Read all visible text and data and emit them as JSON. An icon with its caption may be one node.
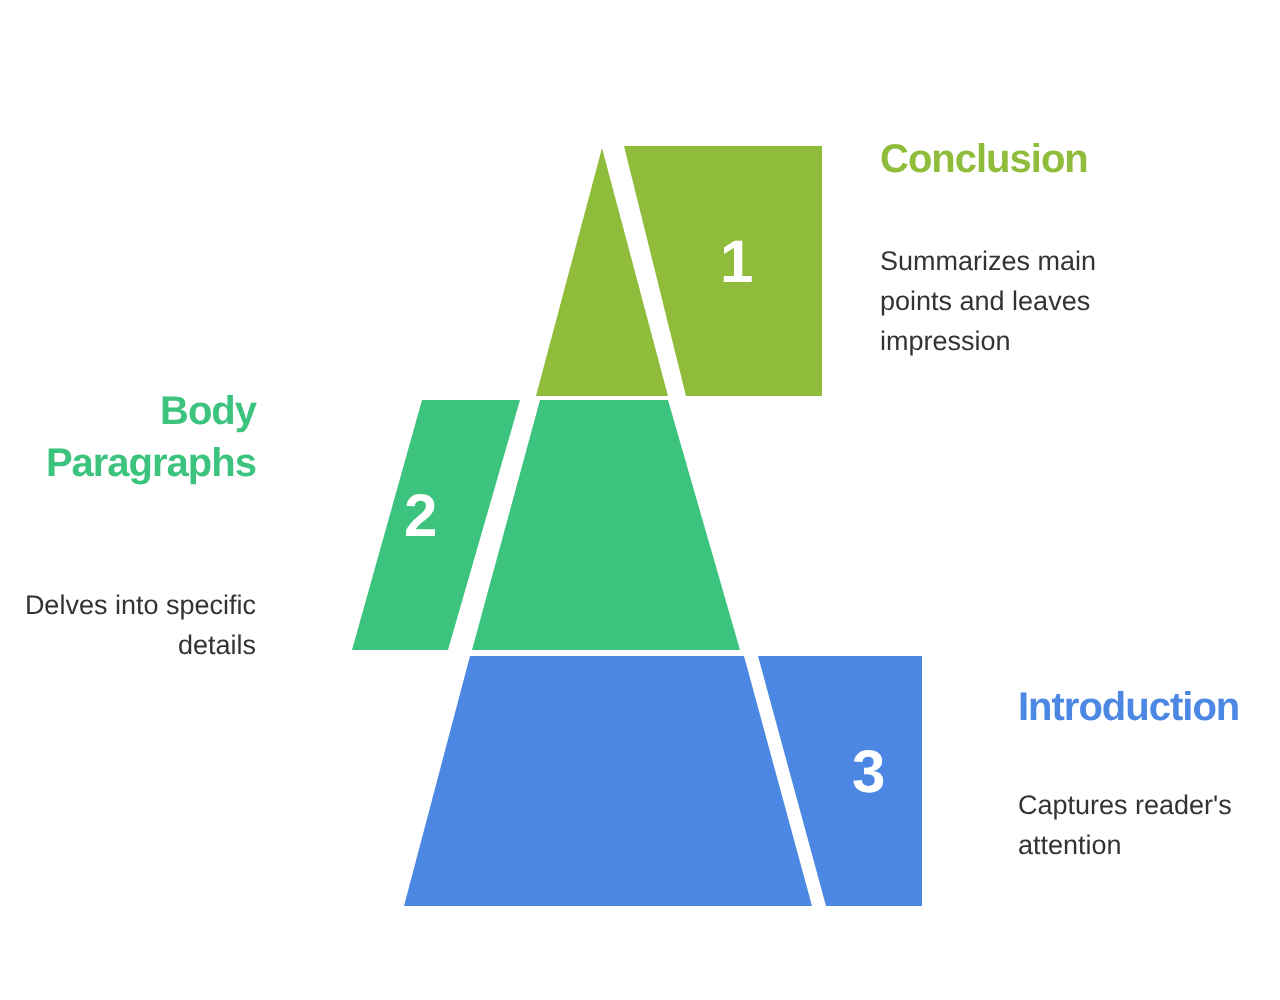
{
  "diagram": {
    "nodes": [
      {
        "text": [],
        "shape": "triangle"
      },
      {
        "text": [
          "1"
        ],
        "beside": [
          "Conclusion",
          "Summarizes main points and leaves impression"
        ]
      },
      {
        "text": [
          "2"
        ],
        "beside": [
          "Body Paragraphs",
          "Delves into specific details"
        ]
      },
      {
        "text": [],
        "shape": "trapezoid"
      },
      {
        "text": [],
        "shape": "trapezoid"
      },
      {
        "text": [
          "3"
        ],
        "beside": [
          "Introduction",
          "Captures reader's attention"
        ]
      }
    ]
  }
}
